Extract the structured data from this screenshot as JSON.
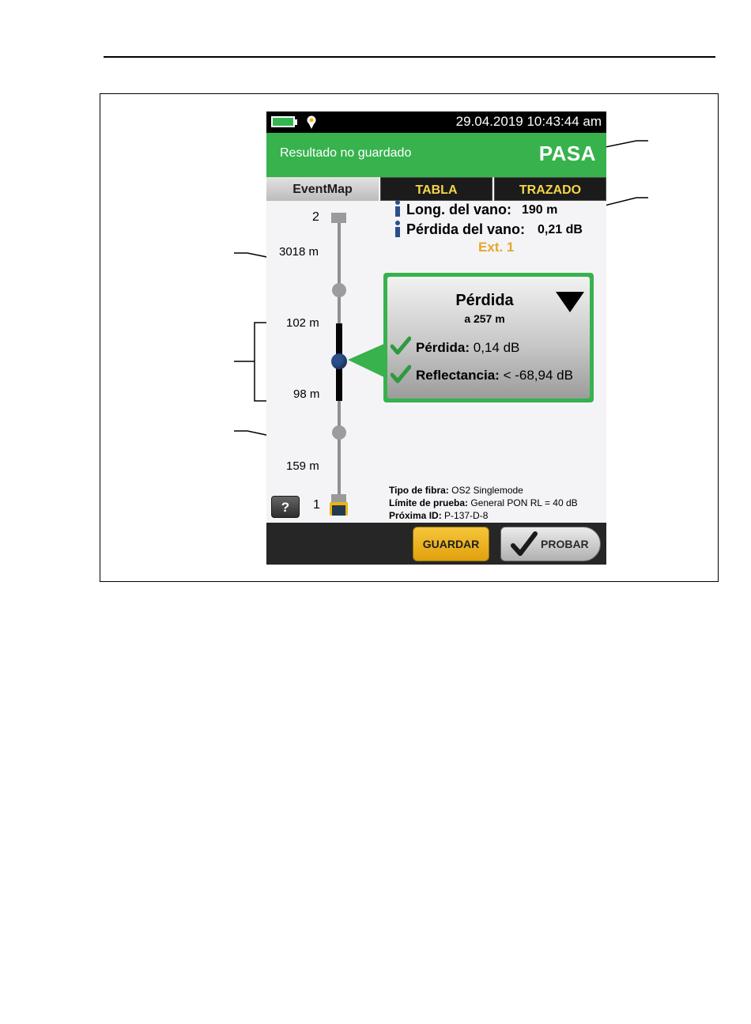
{
  "status_bar": {
    "datetime": "29.04.2019 10:43:44 am",
    "battery_icon": "battery-full-icon",
    "location_icon": "map-pin-icon"
  },
  "header": {
    "result_status": "Resultado no guardado",
    "verdict": "PASA",
    "color": "#37b24d"
  },
  "tabs": [
    {
      "label": "EventMap",
      "active": true
    },
    {
      "label": "TABLA",
      "active": false
    },
    {
      "label": "TRAZADO",
      "active": false
    }
  ],
  "event_map": {
    "end_top_label": "2",
    "end_bottom_label": "1",
    "distances": [
      "3018 m",
      "102 m",
      "98 m",
      "159 m"
    ]
  },
  "span_info": {
    "length_label": "Long. del vano:",
    "length_value": "190 m",
    "loss_label": "Pérdida del vano:",
    "loss_value": "0,21 dB",
    "ext_label": "Ext. 1"
  },
  "event_popup": {
    "title": "Pérdida",
    "subtitle": "a 257 m",
    "rows": [
      {
        "label": "Pérdida:",
        "value": "0,14 dB"
      },
      {
        "label": "Reflectancia:",
        "value": "< -68,94 dB"
      }
    ]
  },
  "fiber_info": {
    "fiber_type_label": "Tipo de fibra:",
    "fiber_type_value": "OS2 Singlemode",
    "test_limit_label": "Límite de prueba:",
    "test_limit_value": "General PON RL = 40 dB",
    "next_id_label": "Próxima ID:",
    "next_id_value": "P-137-D-8"
  },
  "footer": {
    "help_label": "?",
    "save_label": "GUARDAR",
    "test_label": "PROBAR"
  },
  "colors": {
    "pass_green": "#37b24d",
    "tab_text_yellow": "#f4d64a",
    "ext_orange": "#e3a82b",
    "save_yellow": "#e1a10d",
    "event_selected": "#2b4f8a"
  }
}
